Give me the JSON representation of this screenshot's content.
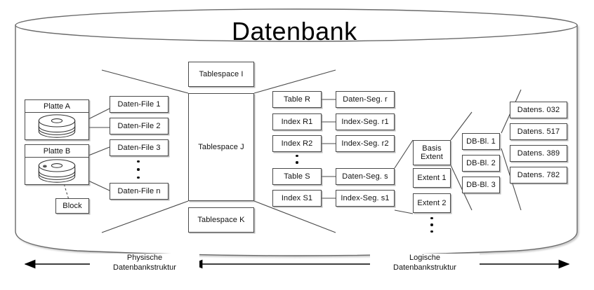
{
  "title": "Datenbank",
  "physical": {
    "disks": [
      {
        "label": "Platte A",
        "icon": "disk-platter-icon"
      },
      {
        "label": "Platte B",
        "icon": "disk-platter-icon"
      }
    ],
    "block_label": "Block",
    "data_files": [
      "Daten-File 1",
      "Daten-File 2",
      "Daten-File 3",
      "Daten-File n"
    ],
    "data_files_ellipsis": "vertical-dots"
  },
  "tablespaces": [
    "Tablespace I",
    "Tablespace J",
    "Tablespace K"
  ],
  "logical": {
    "objects": [
      "Table R",
      "Index R1",
      "Index R2",
      "Table S",
      "Index S1"
    ],
    "segments": [
      "Daten-Seg. r",
      "Index-Seg. r1",
      "Index-Seg. r2",
      "Daten-Seg. s",
      "Index-Seg. s1"
    ],
    "objects_ellipsis": "vertical-dots",
    "extents": [
      "Basis Extent",
      "Extent 1",
      "Extent 2"
    ],
    "extents_ellipsis": "vertical-dots",
    "blocks": [
      "DB-Bl. 1",
      "DB-Bl. 2",
      "DB-Bl. 3"
    ],
    "records": [
      "Datens. 032",
      "Datens. 517",
      "Datens. 389",
      "Datens. 782"
    ]
  },
  "axes": [
    {
      "line1": "Physische",
      "line2": "Datenbankstruktur"
    },
    {
      "line1": "Logische",
      "line2": "Datenbankstruktur"
    }
  ],
  "colors": {
    "stroke": "#4a4a4a",
    "text": "#111111",
    "background": "#ffffff",
    "shadow": "#828282"
  }
}
